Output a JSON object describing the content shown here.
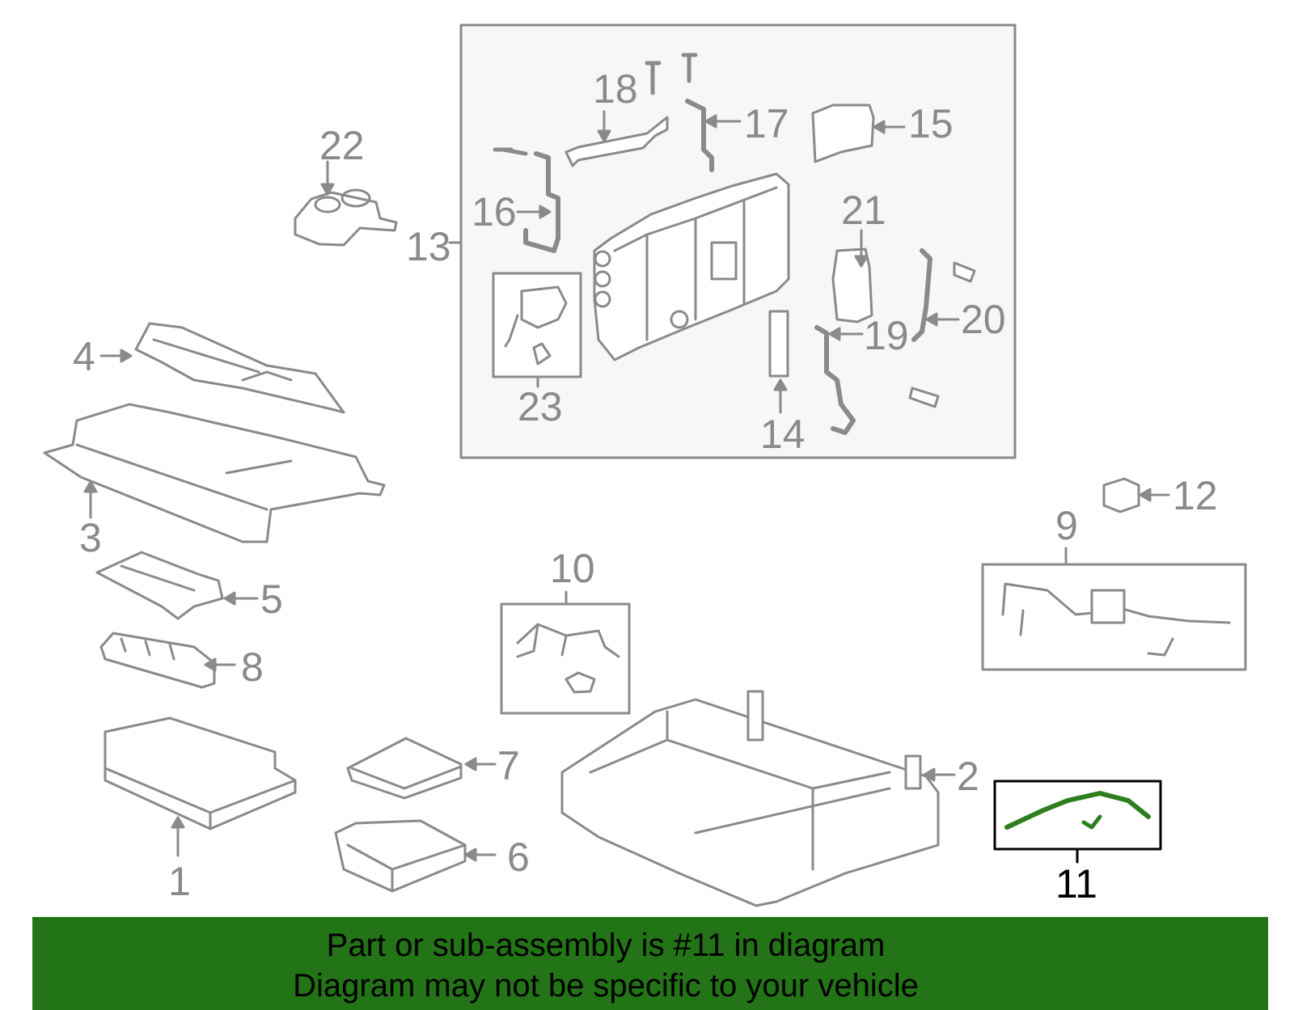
{
  "labels": {
    "p1": "1",
    "p2": "2",
    "p3": "3",
    "p4": "4",
    "p5": "5",
    "p6": "6",
    "p7": "7",
    "p8": "8",
    "p9": "9",
    "p10": "10",
    "p11": "11",
    "p12": "12",
    "p13": "13",
    "p14": "14",
    "p15": "15",
    "p16": "16",
    "p17": "17",
    "p18": "18",
    "p19": "19",
    "p20": "20",
    "p21": "21",
    "p22": "22",
    "p23": "23"
  },
  "banner": {
    "line1": "Part or sub-assembly is #11 in diagram",
    "line2": "Diagram may not be specific to your vehicle"
  },
  "colors": {
    "line": "#8a8a8a",
    "highlight_part": "#2e7d1e",
    "banner_bg": "#237317",
    "text": "#000000"
  }
}
